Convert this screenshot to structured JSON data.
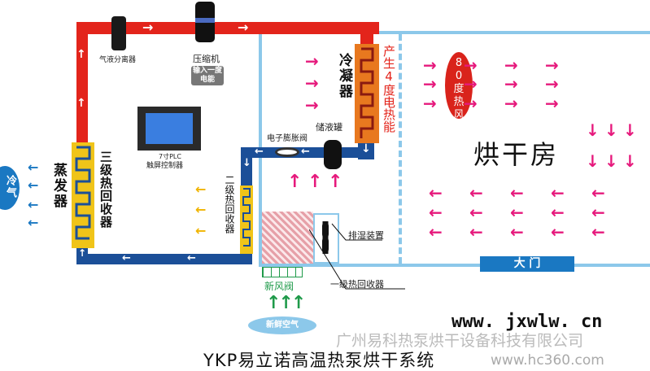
{
  "components": {
    "gas_liquid_separator": "气液分离器",
    "compressor": "压缩机",
    "compressor_input": "输入一度电能",
    "condenser": "冷凝器",
    "condenser_output": "产生4度电热能",
    "hot_air": "80度热风",
    "drying_room": "烘干房",
    "door": "大 门",
    "plc_line1": "7寸PLC",
    "plc_line2": "触屏控制器",
    "expansion_valve": "电子膨胀阀",
    "receiver_tank": "储液罐",
    "evaporator": "蒸发器",
    "cold_air": "冷气",
    "third_recovery": "三级热回收器",
    "second_recovery": "二级热回收器",
    "first_recovery": "一级热回收器",
    "dehumidifier": "排湿装置",
    "fresh_air_valve": "新风阀",
    "fresh_air": "新鲜空气"
  },
  "title": "YKP易立诺高温热泵烘干系统",
  "watermarks": {
    "site": "www. jxwlw. cn",
    "company": "广州易科热泵烘干设备科技有限公司",
    "hc360": "www.hc360.com"
  },
  "colors": {
    "hot_pipe": "#e3241b",
    "cold_pipe": "#1b4f98",
    "room": "#8cc8ea",
    "arrow": "#e6197c",
    "coil": "#f0c419"
  }
}
